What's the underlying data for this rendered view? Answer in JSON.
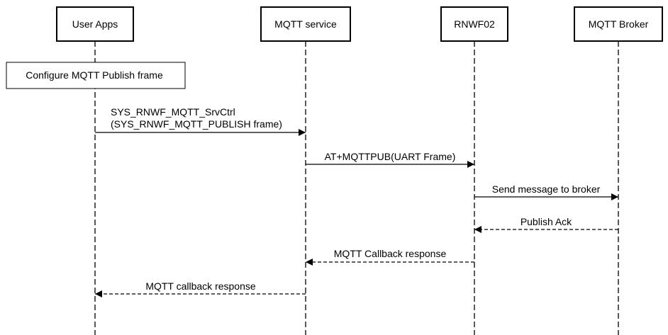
{
  "participants": [
    {
      "id": "user-apps",
      "label": "User Apps"
    },
    {
      "id": "mqtt-service",
      "label": "MQTT service"
    },
    {
      "id": "rnwf02",
      "label": "RNWF02"
    },
    {
      "id": "mqtt-broker",
      "label": "MQTT Broker"
    }
  ],
  "note": {
    "label": "Configure MQTT Publish frame"
  },
  "messages": [
    {
      "from": "user-apps",
      "to": "mqtt-service",
      "style": "solid",
      "lines": [
        "SYS_RNWF_MQTT_SrvCtrl",
        "(SYS_RNWF_MQTT_PUBLISH frame)"
      ]
    },
    {
      "from": "mqtt-service",
      "to": "rnwf02",
      "style": "solid",
      "lines": [
        "AT+MQTTPUB(UART Frame)"
      ]
    },
    {
      "from": "rnwf02",
      "to": "mqtt-broker",
      "style": "solid",
      "lines": [
        "Send message to broker"
      ]
    },
    {
      "from": "mqtt-broker",
      "to": "rnwf02",
      "style": "dashed",
      "lines": [
        "Publish Ack"
      ]
    },
    {
      "from": "rnwf02",
      "to": "mqtt-service",
      "style": "dashed",
      "lines": [
        "MQTT Callback response"
      ]
    },
    {
      "from": "mqtt-service",
      "to": "user-apps",
      "style": "dashed",
      "lines": [
        "MQTT callback response"
      ]
    }
  ]
}
